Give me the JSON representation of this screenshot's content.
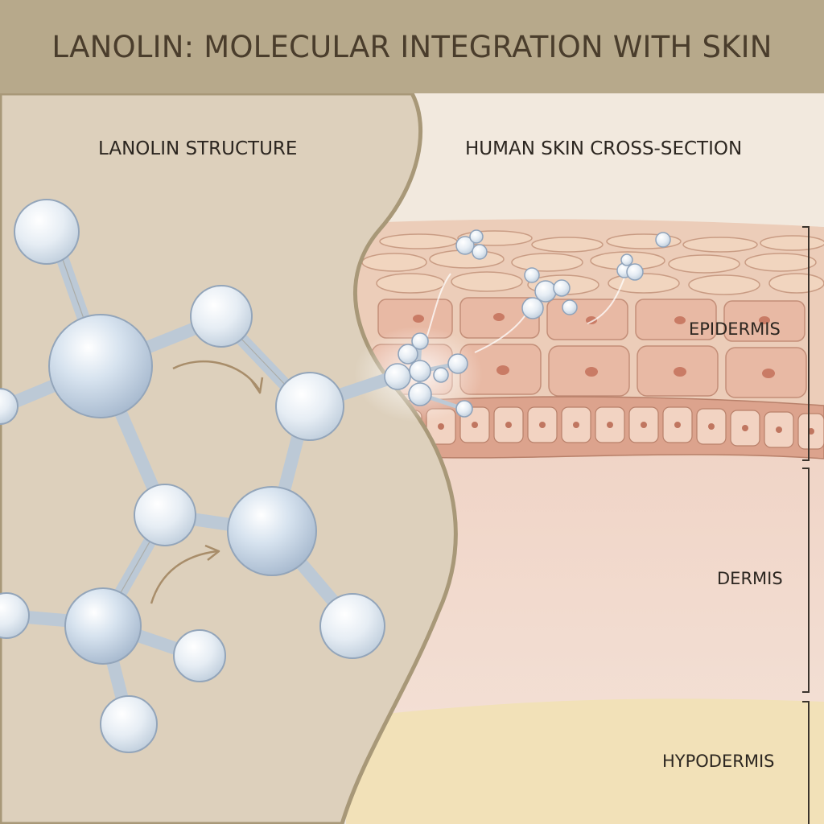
{
  "title": "LANOLIN: MOLECULAR INTEGRATION WITH SKIN",
  "panels": {
    "left_title": "LANOLIN STRUCTURE",
    "right_title": "HUMAN SKIN CROSS-SECTION"
  },
  "layers": {
    "epidermis": "EPIDERMIS",
    "dermis": "DERMIS",
    "hypodermis": "HYPODERMIS"
  },
  "colors": {
    "title_bar": "#b7a98b",
    "left_panel": "#ddd0bc",
    "epidermis": "#eccdb9",
    "dermis": "#f2dbcf",
    "hypodermis": "#f2e1b8",
    "molecule": "#c9d8e8"
  }
}
